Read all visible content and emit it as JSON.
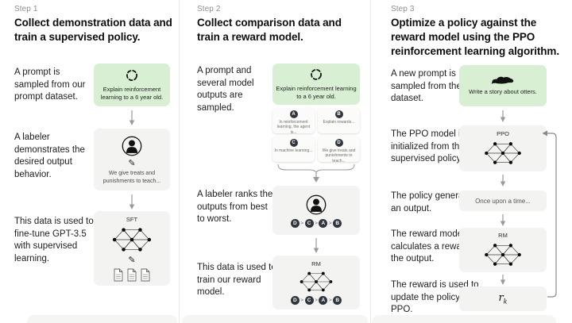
{
  "colors": {
    "green_box": "#d9efd4",
    "gray_box": "#f3f3f1",
    "badge_dark": "#30363c"
  },
  "steps": [
    {
      "label": "Step 1",
      "title": "Collect demonstration data and train a supervised policy.",
      "text1": "A prompt is sampled from our prompt dataset.",
      "prompt": "Explain reinforcement learning to a 6 year old.",
      "text2": "A labeler demonstrates the desired output behavior.",
      "demo_caption": "We give treats and punishments to teach...",
      "text3": "This data is used to fine-tune GPT-3.5 with supervised learning.",
      "model_label": "SFT"
    },
    {
      "label": "Step 2",
      "title": "Collect comparison data and train a reward model.",
      "text1": "A prompt and several model outputs are sampled.",
      "prompt": "Explain reinforcement learning to a 6 year old.",
      "outputs": [
        {
          "id": "A",
          "text": "In reinforcement learning, the agent is..."
        },
        {
          "id": "B",
          "text": "Explain rewards..."
        },
        {
          "id": "C",
          "text": "In machine learning..."
        },
        {
          "id": "D",
          "text": "We give treats and punishments to teach..."
        }
      ],
      "text2": "A labeler ranks the outputs from best to worst.",
      "ranking": [
        "D",
        "C",
        "A",
        "B"
      ],
      "rank_separator": ">",
      "text3": "This data is used to train our reward model.",
      "model_label": "RM"
    },
    {
      "label": "Step 3",
      "title": "Optimize a policy against the reward model using the PPO reinforcement learning algorithm.",
      "text1": "A new prompt is sampled from the dataset.",
      "prompt": "Write a story about otters.",
      "text2": "The PPO model is initialized from the supervised policy.",
      "ppo_label": "PPO",
      "text3": "The policy generates an output.",
      "output_text": "Once upon a time...",
      "text4": "The reward model calculates a reward for the output.",
      "rm_label": "RM",
      "text5": "The reward is used to update the policy using PPO.",
      "reward_symbol": {
        "base": "r",
        "sub": "k"
      }
    }
  ]
}
